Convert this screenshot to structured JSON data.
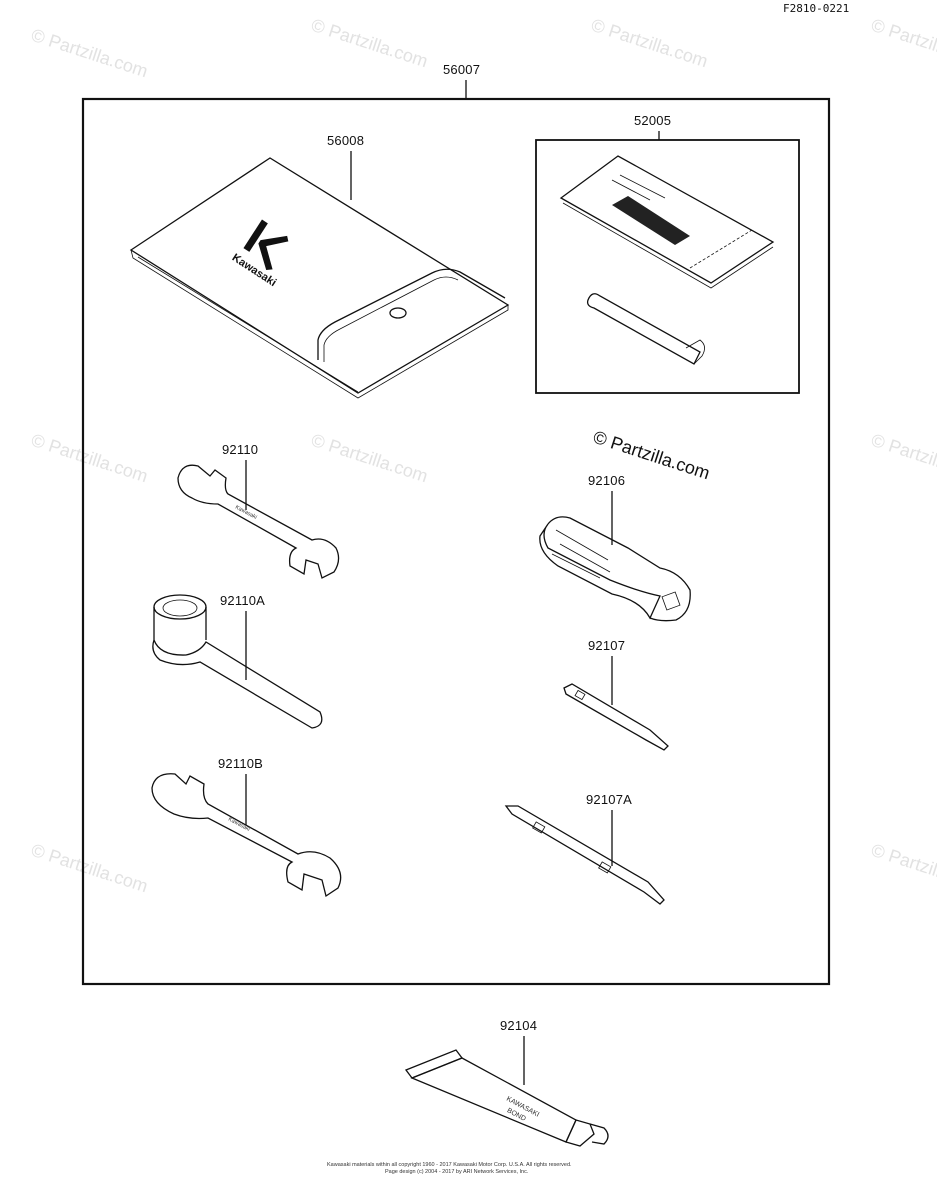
{
  "figure_code": "F2810-0221",
  "watermark_text": "© Partzilla.com",
  "parts": {
    "kit": "56007",
    "pouch": "56008",
    "manual": "52005",
    "wrench_small": "92110",
    "ring_wrench": "92110A",
    "wrench_large": "92110B",
    "screwdriver_handle": "92106",
    "screwdriver_bit": "92107",
    "screwdriver_double": "92107A",
    "bond_tube": "92104"
  },
  "product_text": {
    "pouch_logo": "Kawasaki",
    "tube_label_line1": "KAWASAKI",
    "tube_label_line2": "BOND"
  },
  "footer": {
    "line1": "Kawasaki materials within all copyright 1960 - 2017 Kawasaki Motor Corp. U.S.A. All rights reserved.",
    "line2": "Page design (c) 2004 - 2017 by ARI Network Services, Inc."
  }
}
